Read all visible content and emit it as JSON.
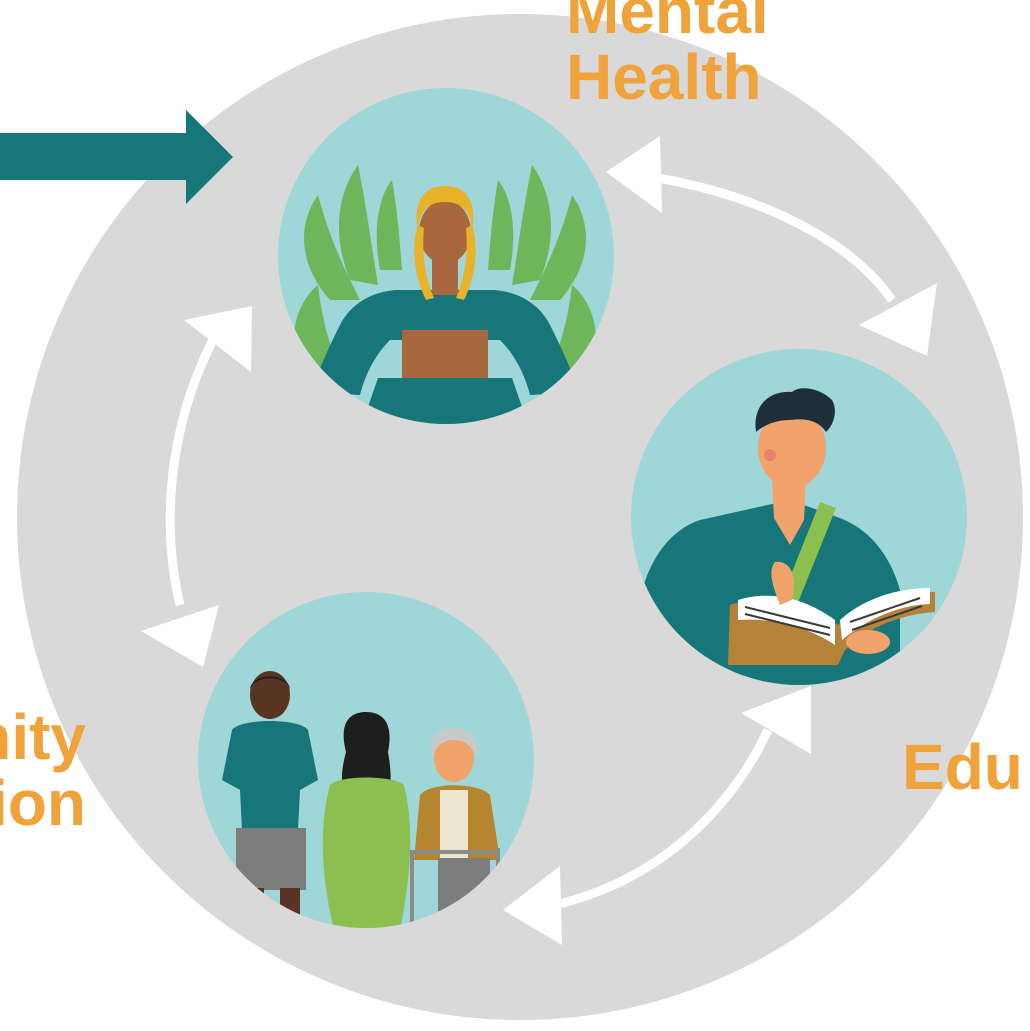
{
  "colors": {
    "background": "#ffffff",
    "big_circle": "#d9d9d9",
    "node_circle": "#9fd6d8",
    "label": "#F0A23B",
    "entry_arrow": "#16767a",
    "cycle_arrows": "#ffffff",
    "teal": "#16767a",
    "leaf_green": "#6db65a",
    "skin_tan": "#f0a46b",
    "skin_brown": "#a8673d",
    "skin_dark": "#5a3422",
    "hair_blonde": "#e8b22a",
    "hair_dark": "#1e2f3b",
    "book": "#b5823a",
    "dress_green": "#8cbf4f",
    "cardigan": "#b58530",
    "shorts_gray": "#7d7d7d"
  },
  "nodes": {
    "mental_health": {
      "label_lines": [
        "Mental",
        "Health"
      ],
      "icon": "meditating-woman-icon"
    },
    "education": {
      "label_lines": [
        "Edu"
      ],
      "icon": "student-with-book-icon"
    },
    "community": {
      "label_lines": [
        "nity",
        "ion"
      ],
      "icon": "three-people-icon"
    }
  },
  "arrows": {
    "entry": "entry-arrow",
    "cycle": [
      "mental-education",
      "education-community",
      "community-mental"
    ]
  }
}
